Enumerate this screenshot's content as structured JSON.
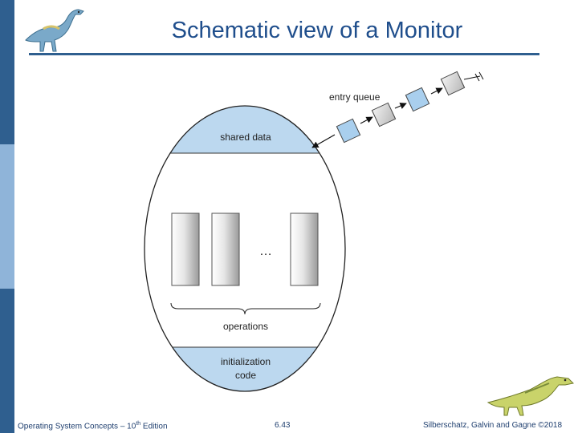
{
  "slide": {
    "title": "Schematic view of a Monitor"
  },
  "diagram": {
    "entry_queue_label": "entry queue",
    "shared_data_label": "shared data",
    "ellipsis": "…",
    "operations_label": "operations",
    "init_code_line1": "initialization",
    "init_code_line2": "code"
  },
  "footer": {
    "left_prefix": "Operating System Concepts – 10",
    "left_sup": "th",
    "left_suffix": " Edition",
    "page": "6.43",
    "right": "Silberschatz, Galvin and Gagne ©2018"
  },
  "colors": {
    "title": "#1f4e8c",
    "band_fill": "#bcd8ef",
    "queue_box": "#a9cfee",
    "sidebar_dark": "#2f5f8f",
    "sidebar_light": "#8fb4d9"
  }
}
